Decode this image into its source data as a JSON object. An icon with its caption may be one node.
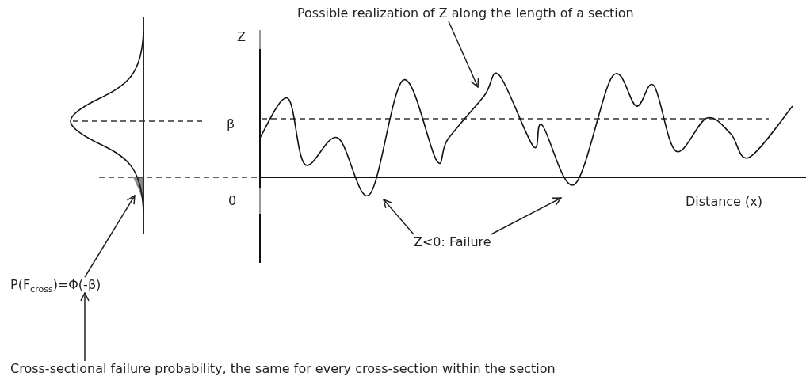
{
  "diagram": {
    "nodes": [
      {
        "text": [
          "Possible realization of Z along the length of a section"
        ]
      },
      {
        "text": [
          "Z<0: Failure"
        ]
      },
      {
        "text": [
          "P(F$_{cross}$)=Φ(-β)"
        ]
      },
      {
        "text": [
          "Cross-sectional failure probability, the same for every cross-section within the section"
        ]
      }
    ],
    "edges": [
      {
        "from": 0,
        "to": null,
        "arrow": "to"
      },
      {
        "from": 1,
        "to": null,
        "arrow": "to"
      },
      {
        "from": 1,
        "to": null,
        "arrow": "to"
      },
      {
        "from": 2,
        "to": null,
        "arrow": "to"
      },
      {
        "from": 3,
        "to": 2,
        "arrow": "to"
      }
    ],
    "labels": [
      "Z",
      "β",
      "0",
      "Distance (x)"
    ]
  }
}
